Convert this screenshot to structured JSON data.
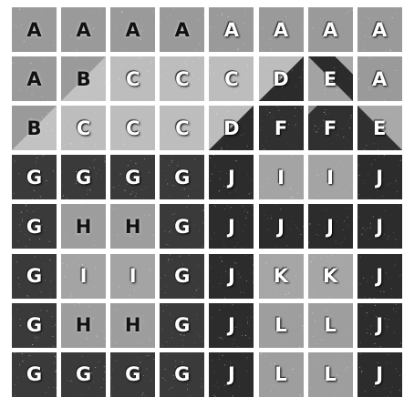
{
  "colors": {
    "A": "#9a9a9a",
    "B": "#a8a8a8",
    "C": "#bdbdbd",
    "D": "#2b2b2b",
    "E": "#a9a9a9",
    "F": "#303030",
    "G": "#3a3a3a",
    "H": "#9d9d9d",
    "I": "#a4a4a4",
    "J": "#2c2c2c",
    "K": "#a6a6a6",
    "L": "#9e9e9e"
  },
  "grid": [
    [
      {
        "label": "A",
        "shade": "A",
        "letter": "dark"
      },
      {
        "label": "A",
        "shade": "A",
        "letter": "dark"
      },
      {
        "label": "A",
        "shade": "A",
        "letter": "dark"
      },
      {
        "label": "A",
        "shade": "A",
        "letter": "dark"
      },
      {
        "label": "A",
        "shade": "A",
        "letter": "light"
      },
      {
        "label": "A",
        "shade": "A",
        "letter": "light"
      },
      {
        "label": "A",
        "shade": "A",
        "letter": "light"
      },
      {
        "label": "A",
        "shade": "A",
        "letter": "light"
      }
    ],
    [
      {
        "label": "A",
        "shade": "A",
        "letter": "dark"
      },
      {
        "label": "B",
        "shade": "B",
        "letter": "dark",
        "split": "A-B-tl"
      },
      {
        "label": "C",
        "shade": "C",
        "letter": "light"
      },
      {
        "label": "C",
        "shade": "C",
        "letter": "light"
      },
      {
        "label": "C",
        "shade": "C",
        "letter": "light"
      },
      {
        "label": "D",
        "shade": "D",
        "letter": "light",
        "split": "C-D-br"
      },
      {
        "label": "E",
        "shade": "E",
        "letter": "light",
        "split": "D-E-tl"
      },
      {
        "label": "A",
        "shade": "A",
        "letter": "light"
      }
    ],
    [
      {
        "label": "B",
        "shade": "B",
        "letter": "dark",
        "split": "A-B-tl"
      },
      {
        "label": "C",
        "shade": "C",
        "letter": "light"
      },
      {
        "label": "C",
        "shade": "C",
        "letter": "light"
      },
      {
        "label": "C",
        "shade": "C",
        "letter": "light"
      },
      {
        "label": "D",
        "shade": "D",
        "letter": "light",
        "split": "C-D-br"
      },
      {
        "label": "F",
        "shade": "F",
        "letter": "light"
      },
      {
        "label": "F",
        "shade": "F",
        "letter": "light",
        "split": "D-E-tl-flip"
      },
      {
        "label": "E",
        "shade": "E",
        "letter": "light",
        "split": "A-F-tl"
      }
    ],
    [
      {
        "label": "G",
        "shade": "G",
        "letter": "light"
      },
      {
        "label": "G",
        "shade": "G",
        "letter": "light"
      },
      {
        "label": "G",
        "shade": "G",
        "letter": "light"
      },
      {
        "label": "G",
        "shade": "G",
        "letter": "light"
      },
      {
        "label": "J",
        "shade": "J",
        "letter": "light"
      },
      {
        "label": "I",
        "shade": "I",
        "letter": "light"
      },
      {
        "label": "I",
        "shade": "I",
        "letter": "light"
      },
      {
        "label": "J",
        "shade": "J",
        "letter": "light"
      }
    ],
    [
      {
        "label": "G",
        "shade": "G",
        "letter": "light"
      },
      {
        "label": "H",
        "shade": "H",
        "letter": "dark"
      },
      {
        "label": "H",
        "shade": "H",
        "letter": "dark"
      },
      {
        "label": "G",
        "shade": "G",
        "letter": "light"
      },
      {
        "label": "J",
        "shade": "J",
        "letter": "light"
      },
      {
        "label": "J",
        "shade": "J",
        "letter": "light"
      },
      {
        "label": "J",
        "shade": "J",
        "letter": "light"
      },
      {
        "label": "J",
        "shade": "J",
        "letter": "light"
      }
    ],
    [
      {
        "label": "G",
        "shade": "G",
        "letter": "light"
      },
      {
        "label": "I",
        "shade": "I",
        "letter": "light"
      },
      {
        "label": "I",
        "shade": "I",
        "letter": "light"
      },
      {
        "label": "G",
        "shade": "G",
        "letter": "light"
      },
      {
        "label": "J",
        "shade": "J",
        "letter": "light"
      },
      {
        "label": "K",
        "shade": "K",
        "letter": "light"
      },
      {
        "label": "K",
        "shade": "K",
        "letter": "light"
      },
      {
        "label": "J",
        "shade": "J",
        "letter": "light"
      }
    ],
    [
      {
        "label": "G",
        "shade": "G",
        "letter": "light"
      },
      {
        "label": "H",
        "shade": "H",
        "letter": "dark"
      },
      {
        "label": "H",
        "shade": "H",
        "letter": "dark"
      },
      {
        "label": "G",
        "shade": "G",
        "letter": "light"
      },
      {
        "label": "J",
        "shade": "J",
        "letter": "light"
      },
      {
        "label": "L",
        "shade": "L",
        "letter": "light"
      },
      {
        "label": "L",
        "shade": "L",
        "letter": "light"
      },
      {
        "label": "J",
        "shade": "J",
        "letter": "light"
      }
    ],
    [
      {
        "label": "G",
        "shade": "G",
        "letter": "light"
      },
      {
        "label": "G",
        "shade": "G",
        "letter": "light"
      },
      {
        "label": "G",
        "shade": "G",
        "letter": "light"
      },
      {
        "label": "G",
        "shade": "G",
        "letter": "light"
      },
      {
        "label": "J",
        "shade": "J",
        "letter": "light"
      },
      {
        "label": "L",
        "shade": "L",
        "letter": "light"
      },
      {
        "label": "L",
        "shade": "L",
        "letter": "light"
      },
      {
        "label": "J",
        "shade": "J",
        "letter": "light"
      }
    ]
  ]
}
